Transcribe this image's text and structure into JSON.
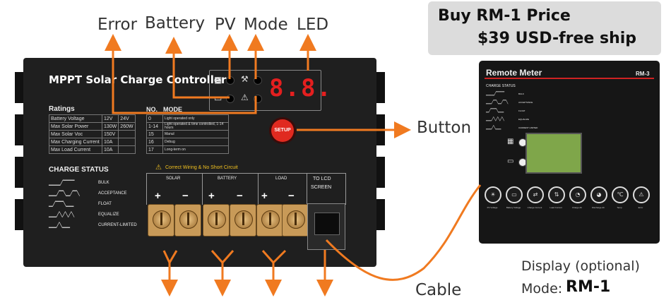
{
  "callouts": {
    "error": "Error",
    "battery": "Battery",
    "pv": "PV",
    "mode": "Mode",
    "led": "LED",
    "button": "Button",
    "cable": "Cable"
  },
  "price_box": {
    "line1": "Buy RM-1 Price",
    "line2": "$39 USD-free ship"
  },
  "controller": {
    "title": "MPPT Solar Charge Controller",
    "display_value": "8.8.",
    "ratings_heading": "Ratings",
    "ratings": [
      {
        "label": "Battery Voltage",
        "v12": "12V",
        "v24": "24V"
      },
      {
        "label": "Max Solar Power",
        "v12": "130W",
        "v24": "260W"
      },
      {
        "label": "Max Solar Voc",
        "v12": "150V",
        "v24": ""
      },
      {
        "label": "Max Charging Current",
        "v12": "10A",
        "v24": ""
      },
      {
        "label": "Max Load Current",
        "v12": "10A",
        "v24": ""
      }
    ],
    "mode_heading_no": "NO.",
    "mode_heading": "MODE",
    "modes": [
      {
        "no": "0",
        "desc": "Light operated only"
      },
      {
        "no": "1-14",
        "desc": "Light operated & time controlled, 1-14 hours"
      },
      {
        "no": "15",
        "desc": "Manul"
      },
      {
        "no": "16",
        "desc": "Debug"
      },
      {
        "no": "17",
        "desc": "Long-term on"
      }
    ],
    "setup_label": "SETUP",
    "charge_status_heading": "CHARGE STATUS",
    "charge_status": [
      "BULK",
      "ACCEPTANCE",
      "FLOAT",
      "EQUALIZE",
      "CURRENT-LIMITED"
    ],
    "warning": "Correct Wiring & No Short Circuit",
    "groups": {
      "solar": "SOLAR",
      "battery": "BATTERY",
      "load": "LOAD"
    },
    "lcd_port_line1": "TO LCD",
    "lcd_port_line2": "SCREEN",
    "plus": "+",
    "minus": "−"
  },
  "remote_meter": {
    "title": "Remote Meter",
    "model": "RM-3",
    "charge_status_heading": "CHARGE STATUS",
    "charge_status": [
      "BULK",
      "ACCEPTANCE",
      "FLOAT",
      "EQUALIZE",
      "CURRENT LIMITED"
    ],
    "buttons": [
      "PV Voltage",
      "Battery Voltage",
      "Charge Current",
      "Load Current",
      "Charge Ah",
      "Discharge Ah",
      "Temp",
      "Error"
    ]
  },
  "caption": {
    "display": "Display (optional)",
    "mode_prefix": "Mode:",
    "mode_value": "RM-1"
  },
  "colors": {
    "accent_orange": "#f07a20",
    "led_red": "#e41f1f",
    "setup_red": "#e02a20",
    "lcd_green": "#7fa64a"
  }
}
